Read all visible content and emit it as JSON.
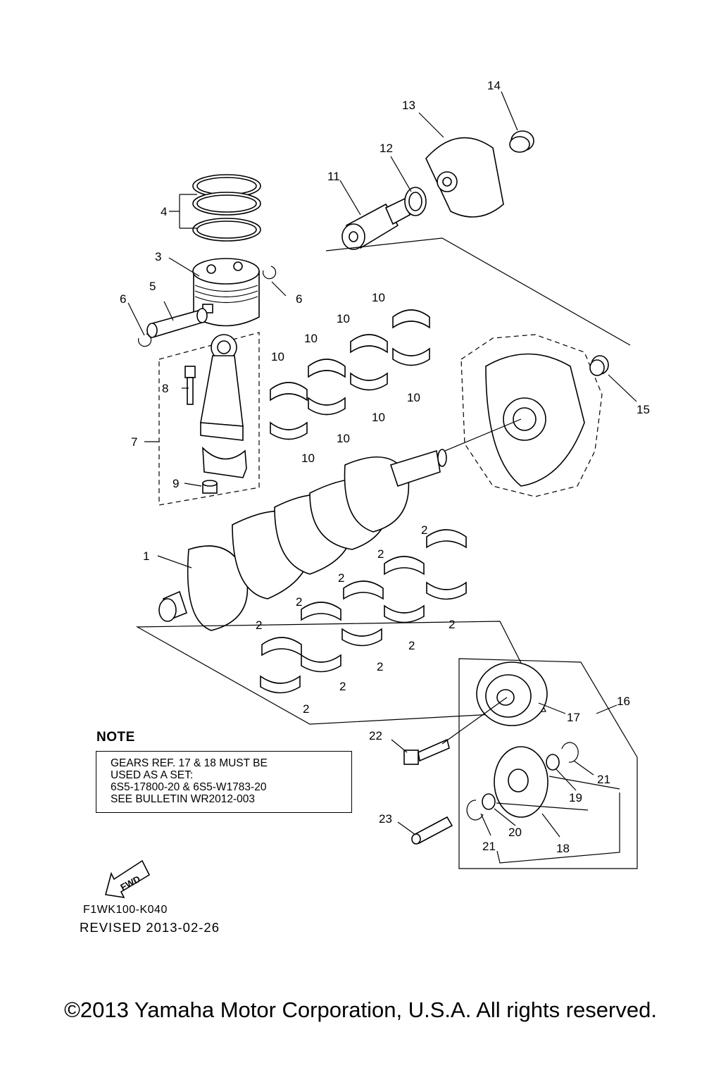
{
  "diagram": {
    "callouts": {
      "c1": "1",
      "c2": "2",
      "c3": "3",
      "c4": "4",
      "c5": "5",
      "c6": "6",
      "c7": "7",
      "c8": "8",
      "c9": "9",
      "c10": "10",
      "c11": "11",
      "c12": "12",
      "c13": "13",
      "c14": "14",
      "c15": "15",
      "c16": "16",
      "c17": "17",
      "c18": "18",
      "c19": "19",
      "c20": "20",
      "c21": "21",
      "c22": "22",
      "c23": "23"
    },
    "fwd_arrow_text": "FWD"
  },
  "note": {
    "title": "NOTE",
    "lines": [
      "GEARS REF. 17 & 18 MUST BE",
      "USED AS A SET:",
      "6S5-17800-20 & 6S5-W1783-20",
      "SEE BULLETIN WR2012-003"
    ]
  },
  "footer": {
    "code": "F1WK100-K040",
    "revised": "REVISED 2013-02-26",
    "copyright": "©2013 Yamaha Motor Corporation, U.S.A. All rights reserved."
  }
}
